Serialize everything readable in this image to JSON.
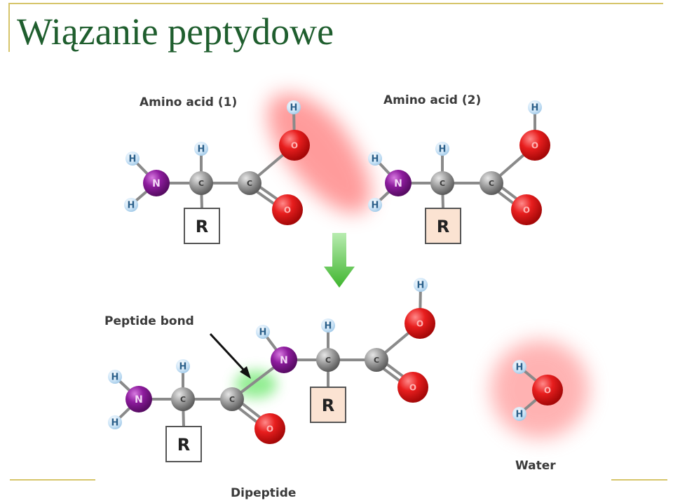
{
  "slide": {
    "title": "Wiązanie peptydowe"
  },
  "diagram": {
    "labels": {
      "amino_acid_1": "Amino acid (1)",
      "amino_acid_2": "Amino acid (2)",
      "peptide_bond": "Peptide bond",
      "water": "Water",
      "dipeptide": "Dipeptide"
    },
    "atoms": {
      "hydrogen": "H",
      "nitrogen": "N",
      "carbon": "C",
      "oxygen": "O",
      "side_chain": "R"
    },
    "colors": {
      "hydrogen": "#bfe0f7",
      "nitrogen": "#8a1a9a",
      "carbon": "#9a9a9a",
      "oxygen": "#d81a1a",
      "highlight_red": "#ff8080",
      "highlight_green": "#5ee05e",
      "arrow": "#4fbf3a",
      "title": "#1f5e2e",
      "frame": "#d6c56a"
    },
    "icons": {
      "reaction_arrow": "down-arrow-icon",
      "pointer_arrow": "pointer-arrow-icon"
    }
  }
}
